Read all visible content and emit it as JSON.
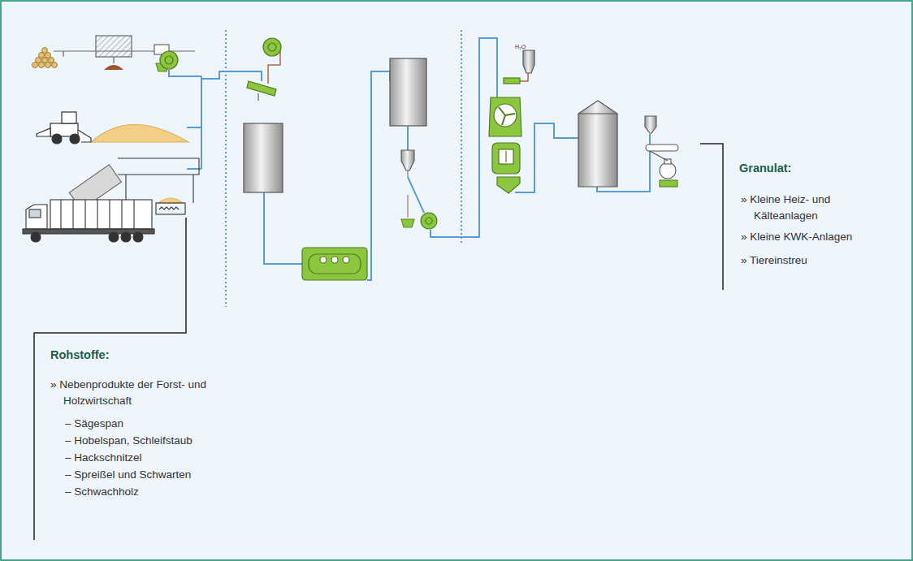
{
  "diagram": {
    "labels": [
      "Rohstoffe:",
      "» Nebenprodukte der Forst- und Holzwirtschaft",
      "– Sägespan",
      "– Hobelspan, Schleifstaub",
      "– Hackschnitzel",
      "– Spreißel und Schwarten",
      "– Schwachholz",
      "Granulat:",
      "» Kleine Heiz- und Kälteanlagen",
      "» Kleine KWK-Anlagen",
      "» Tiereinstreu",
      "H₂O"
    ]
  }
}
